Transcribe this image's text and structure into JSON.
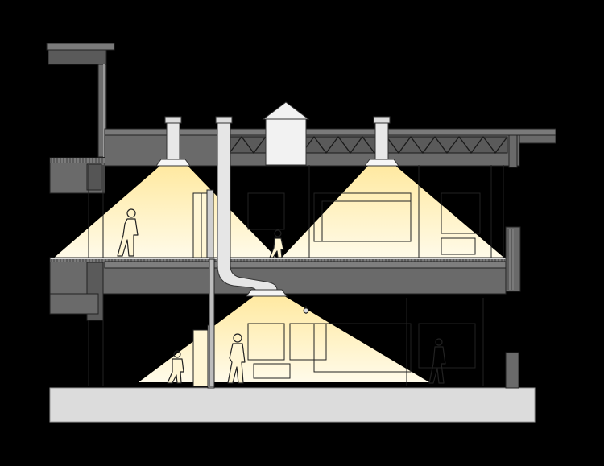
{
  "diagram": {
    "kind": "building-section",
    "colors": {
      "background": "#000000",
      "structure": "#6e6e6e",
      "structure_dark": "#4a4a4a",
      "structure_light": "#bdbdbd",
      "ground": "#dcdcdc",
      "light_warm": "#fff0b0",
      "light_pale": "#fffbe6",
      "duct": "#e6e6e6",
      "outline": "#111111"
    },
    "icons": [
      "skylight-tube-icon",
      "roof-vent-icon",
      "person-icon"
    ],
    "light_cones": 3,
    "people": 5
  }
}
